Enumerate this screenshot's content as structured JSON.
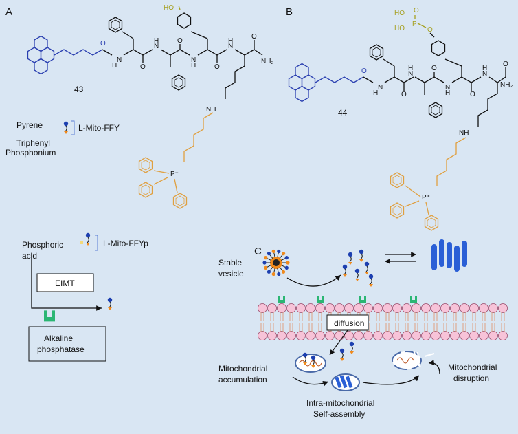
{
  "panels": {
    "a": {
      "label": "A",
      "compound_number": "43"
    },
    "b": {
      "label": "B",
      "compound_number": "44"
    },
    "c": {
      "label": "C"
    }
  },
  "atoms": {
    "ho": "HO",
    "nh2": "NH₂",
    "nh": "NH",
    "h": "H",
    "n": "N",
    "o": "O",
    "p_plus": "P⁺",
    "phos_top": "O",
    "phos_ho": "HO",
    "phos_p": "P",
    "phos_o": "O",
    "phos_ho2": "HO"
  },
  "legend": {
    "pyrene": "Pyrene",
    "triphenyl_1": "Triphenyl",
    "triphenyl_2": "Phosphonium",
    "mito_ffy": "L-Mito-FFY"
  },
  "scheme": {
    "phosphoric_1": "Phosphoric",
    "phosphoric_2": "acid",
    "mito_ffyp": "L-Mito-FFYp",
    "eimt": "EIMT",
    "alkaline_1": "Alkaline",
    "alkaline_2": "phosphatase"
  },
  "panel_c": {
    "stable_1": "Stable",
    "stable_2": "vesicle",
    "diffusion": "diffusion",
    "accum_1": "Mitochondrial",
    "accum_2": "accumulation",
    "intra_1": "Intra-mitochondrial",
    "intra_2": "Self-assembly",
    "disrupt_1": "Mitochondrial",
    "disrupt_2": "disruption"
  },
  "colors": {
    "pyrene_blue": "#2a3fb0",
    "tpp_orange": "#e0a040",
    "tyrosine_olive": "#a6a020",
    "enzyme_green": "#2bb673",
    "membrane_pink": "#f7c3d8",
    "fiber_blue": "#2a5fd6"
  }
}
